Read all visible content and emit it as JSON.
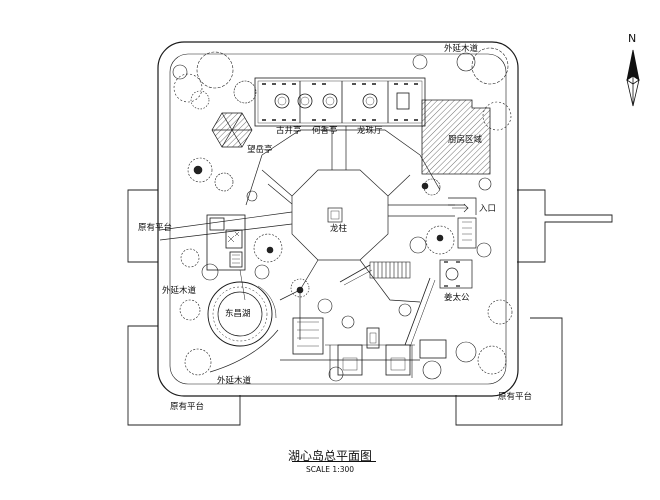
{
  "drawing": {
    "title": "湖心岛总平面图",
    "scale": "SCALE 1:300",
    "north": "N"
  },
  "labels": {
    "outer_boardwalk_top": "外延木道",
    "outer_boardwalk_left": "外延木道",
    "outer_boardwalk_bottom": "外延木道",
    "kitchen_area": "厨房区域",
    "gujing_pavilion": "古井亭",
    "hexiang_pavilion": "何香亭",
    "longzhu_hall": "龙珠厅",
    "wangyue_pavilion": "望岳亭",
    "dragon_pillar": "龙柱",
    "entrance": "入口",
    "original_platform_left": "原有平台",
    "original_platform_bottom_left": "原有平台",
    "original_platform_bottom_right": "原有平台",
    "dongchang_lake": "东昌湖",
    "jiang_taigong": "姜太公"
  },
  "colors": {
    "line": "#1a1a1a",
    "paper": "#ffffff",
    "hatch": "#333333"
  }
}
